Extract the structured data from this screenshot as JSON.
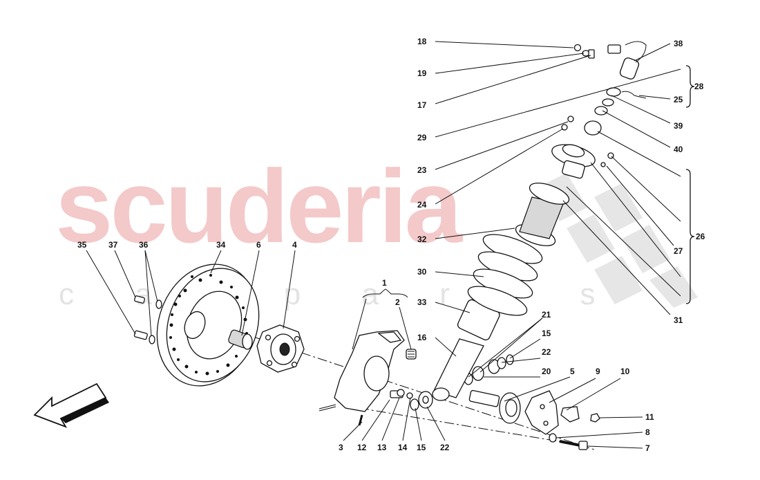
{
  "watermark": {
    "brand": "scuderia",
    "subtitle": "c a r p a r t s",
    "main_color": "#f4c9c9",
    "sub_color": "#e3e3e3"
  },
  "callouts": [
    {
      "id": "c18",
      "text": "18"
    },
    {
      "id": "c19",
      "text": "19"
    },
    {
      "id": "c17",
      "text": "17"
    },
    {
      "id": "c29",
      "text": "29"
    },
    {
      "id": "c23",
      "text": "23"
    },
    {
      "id": "c24",
      "text": "24"
    },
    {
      "id": "c32",
      "text": "32"
    },
    {
      "id": "c30",
      "text": "30"
    },
    {
      "id": "c33",
      "text": "33"
    },
    {
      "id": "c16",
      "text": "16"
    },
    {
      "id": "c38",
      "text": "38"
    },
    {
      "id": "c28",
      "text": "28"
    },
    {
      "id": "c25",
      "text": "25"
    },
    {
      "id": "c39",
      "text": "39"
    },
    {
      "id": "c40",
      "text": "40"
    },
    {
      "id": "c26",
      "text": "26"
    },
    {
      "id": "c27",
      "text": "27"
    },
    {
      "id": "c31",
      "text": "31"
    },
    {
      "id": "c21",
      "text": "21"
    },
    {
      "id": "c15a",
      "text": "15"
    },
    {
      "id": "c22a",
      "text": "22"
    },
    {
      "id": "c20",
      "text": "20"
    },
    {
      "id": "c5",
      "text": "5"
    },
    {
      "id": "c9",
      "text": "9"
    },
    {
      "id": "c10",
      "text": "10"
    },
    {
      "id": "c11",
      "text": "11"
    },
    {
      "id": "c8",
      "text": "8"
    },
    {
      "id": "c7",
      "text": "7"
    },
    {
      "id": "c1",
      "text": "1"
    },
    {
      "id": "c2",
      "text": "2"
    },
    {
      "id": "c3",
      "text": "3"
    },
    {
      "id": "c12",
      "text": "12"
    },
    {
      "id": "c13",
      "text": "13"
    },
    {
      "id": "c14",
      "text": "14"
    },
    {
      "id": "c15b",
      "text": "15"
    },
    {
      "id": "c22b",
      "text": "22"
    },
    {
      "id": "c35",
      "text": "35"
    },
    {
      "id": "c37",
      "text": "37"
    },
    {
      "id": "c36",
      "text": "36"
    },
    {
      "id": "c34",
      "text": "34"
    },
    {
      "id": "c6",
      "text": "6"
    },
    {
      "id": "c4",
      "text": "4"
    }
  ],
  "colors": {
    "ink": "#111111",
    "background": "#ffffff"
  },
  "icons": {
    "direction": "front-direction-arrow-icon"
  }
}
